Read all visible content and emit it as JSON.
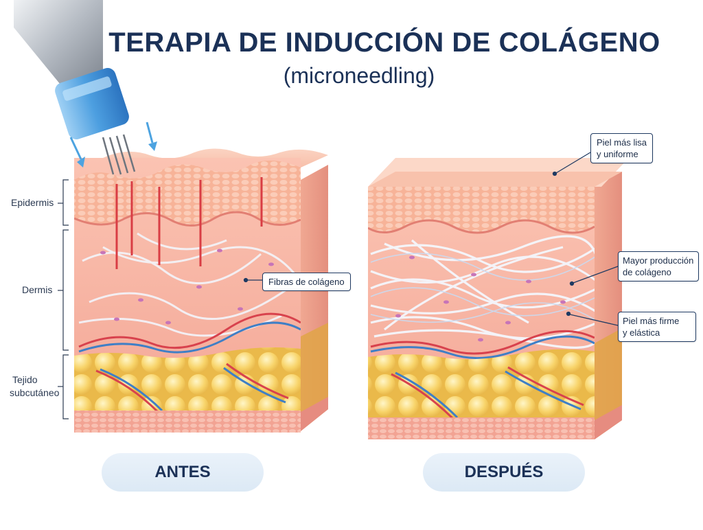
{
  "title": "TERAPIA DE INDUCCIÓN DE COLÁGENO",
  "subtitle": "(microneedling)",
  "layers": {
    "epidermis": "Epidermis",
    "dermis": "Dermis",
    "subcutaneous_line1": "Tejido",
    "subcutaneous_line2": "subcutáneo"
  },
  "callouts": {
    "collagen_fibers": "Fibras de colágeno",
    "smoother_skin_line1": "Piel más lisa",
    "smoother_skin_line2": "y uniforme",
    "more_collagen_line1": "Mayor producción",
    "more_collagen_line2": "de colágeno",
    "firmer_skin_line1": "Piel más firme",
    "firmer_skin_line2": "y elástica"
  },
  "panels": {
    "before": "ANTES",
    "after": "DESPUÉS"
  },
  "colors": {
    "title": "#1b3157",
    "epidermis": "#f6b49a",
    "dermis": "#f8b9a8",
    "fat": "#f6cf60",
    "collagen": "#eef3fb",
    "pill": "#e3eef8"
  }
}
